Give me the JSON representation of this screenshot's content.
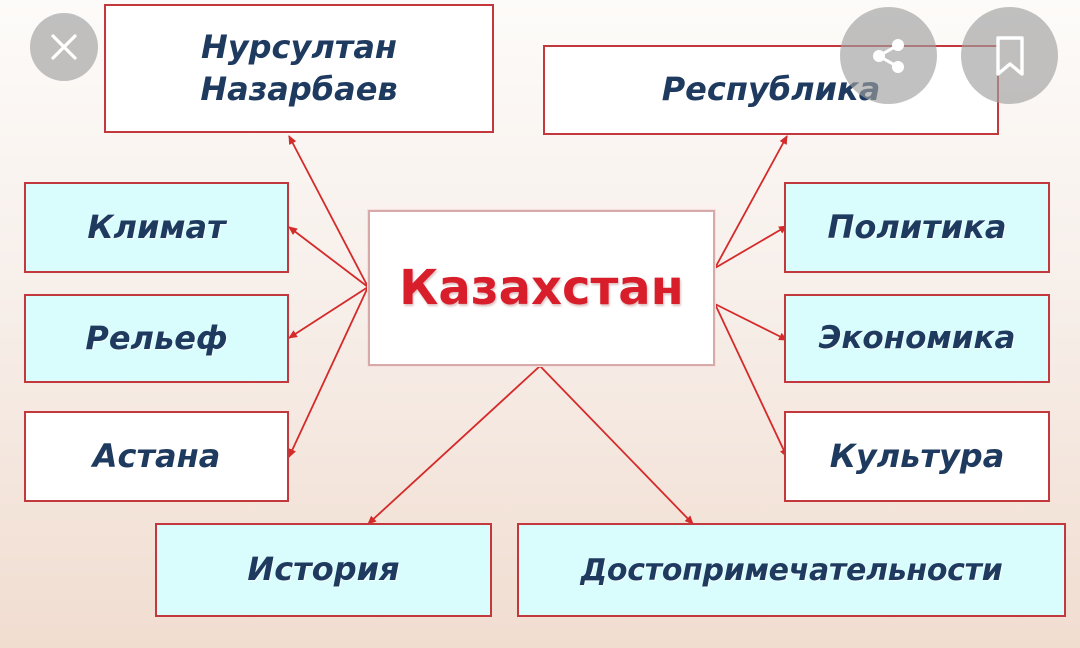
{
  "diagram": {
    "center": "Казахстан",
    "nodes": {
      "president": [
        "Нурсултан",
        "Назарбаев"
      ],
      "republic": "Республика",
      "climate": "Климат",
      "relief": "Рельеф",
      "astana": "Астана",
      "politics": "Политика",
      "economy": "Экономика",
      "culture": "Культура",
      "history": "История",
      "sights": "Достопримечательности"
    },
    "colors": {
      "connector": "#d42a2a",
      "border": "#c2383c",
      "center_text": "#d81e2b",
      "node_text": "#1f3a5f",
      "fill_light_cyan": "#d9fcfd",
      "fill_white": "#ffffff"
    }
  },
  "overlay": {
    "close_icon": "close-icon",
    "share_icon": "share-icon",
    "bookmark_icon": "bookmark-icon"
  }
}
